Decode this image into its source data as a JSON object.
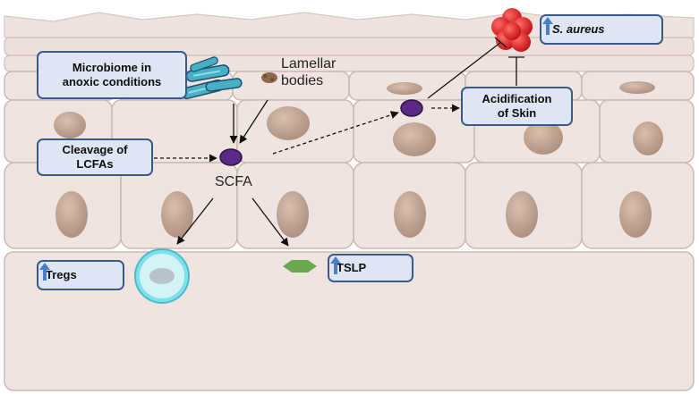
{
  "boxes": {
    "microbiome": {
      "line1": "Microbiome in",
      "line2": "anoxic conditions"
    },
    "cleavage": {
      "line1": "Cleavage of",
      "line2": "LCFAs"
    },
    "acidification": {
      "line1": "Acidification",
      "line2": "of Skin"
    },
    "s_aureus": {
      "label": "S. aureus"
    },
    "tregs": {
      "label": "Tregs"
    },
    "tslp": {
      "label": "TSLP"
    }
  },
  "labels": {
    "lamellar_line1": "Lamellar",
    "lamellar_line2": "bodies",
    "scfa": "SCFA"
  },
  "icons": {
    "up_arrow": "up-arrow-icon",
    "bacteria": "rod-bacteria-icon",
    "staph": "staph-cluster-icon",
    "treg_cell": "treg-cell-icon",
    "tslp": "tslp-hexagon-icon",
    "scfa": "scfa-molecule-icon"
  },
  "colors": {
    "tissue": "#f0e4e0",
    "cell_border": "#ceb8b2",
    "nucleus": "#c2a492",
    "box_fill": "#dde6f2",
    "box_border": "#3a5a8c",
    "arrow_blue": "#4a7ec6",
    "staph_red": "#e31d1d",
    "scfa_purple": "#5a2a86",
    "treg_cyan": "#7fe0ea",
    "tslp_green": "#6aa84f",
    "bacteria_teal": "#48b0c4"
  }
}
